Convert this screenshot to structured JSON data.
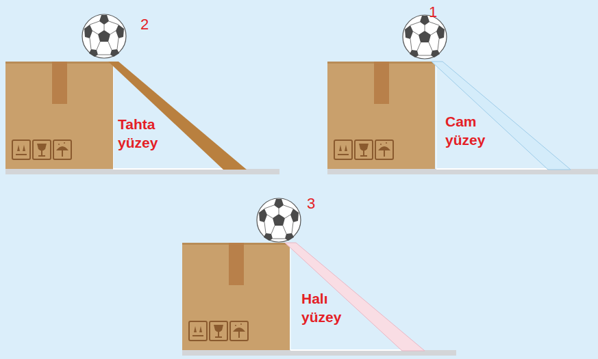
{
  "diagram": {
    "labels": [
      "2",
      "Tahta yüzey",
      "1",
      "Cam yüzey",
      "3",
      "Halı yüzey"
    ]
  }
}
